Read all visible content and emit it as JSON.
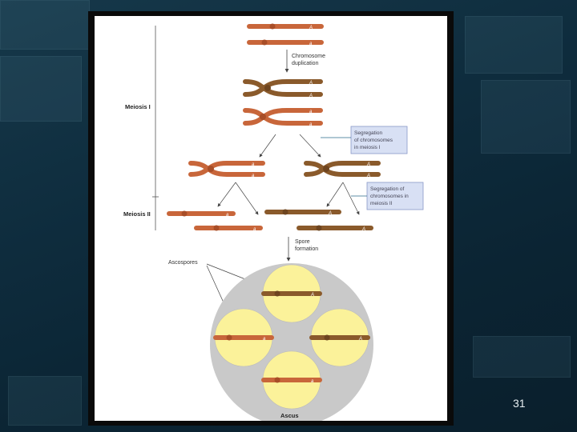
{
  "slide": {
    "number": "31"
  },
  "figure": {
    "label_chromosome_duplication": [
      "Chromosome",
      "duplication"
    ],
    "label_meiosis_1": "Meiosis I",
    "label_meiosis_2": "Meiosis II",
    "box_segregation_1": [
      "Segregation",
      "of chromosomes",
      "in meiosis I"
    ],
    "box_segregation_2": [
      "Segregation of",
      "chromosomes in",
      "meiosis II"
    ],
    "label_spore_formation": [
      "Spore",
      "formation"
    ],
    "label_ascospores": "Ascospores",
    "label_ascus": "Ascus",
    "allele_upper": "A",
    "allele_lower": "a"
  },
  "colors": {
    "orange_chromosome": "#c8663a",
    "brown_chromosome": "#8a5a2b",
    "spore_fill": "#fbf29a",
    "ascus_fill": "#c9c9c9",
    "box_fill": "#d8e0f4",
    "box_border": "#8a98c8",
    "pointer_line": "#2a6a8a"
  }
}
